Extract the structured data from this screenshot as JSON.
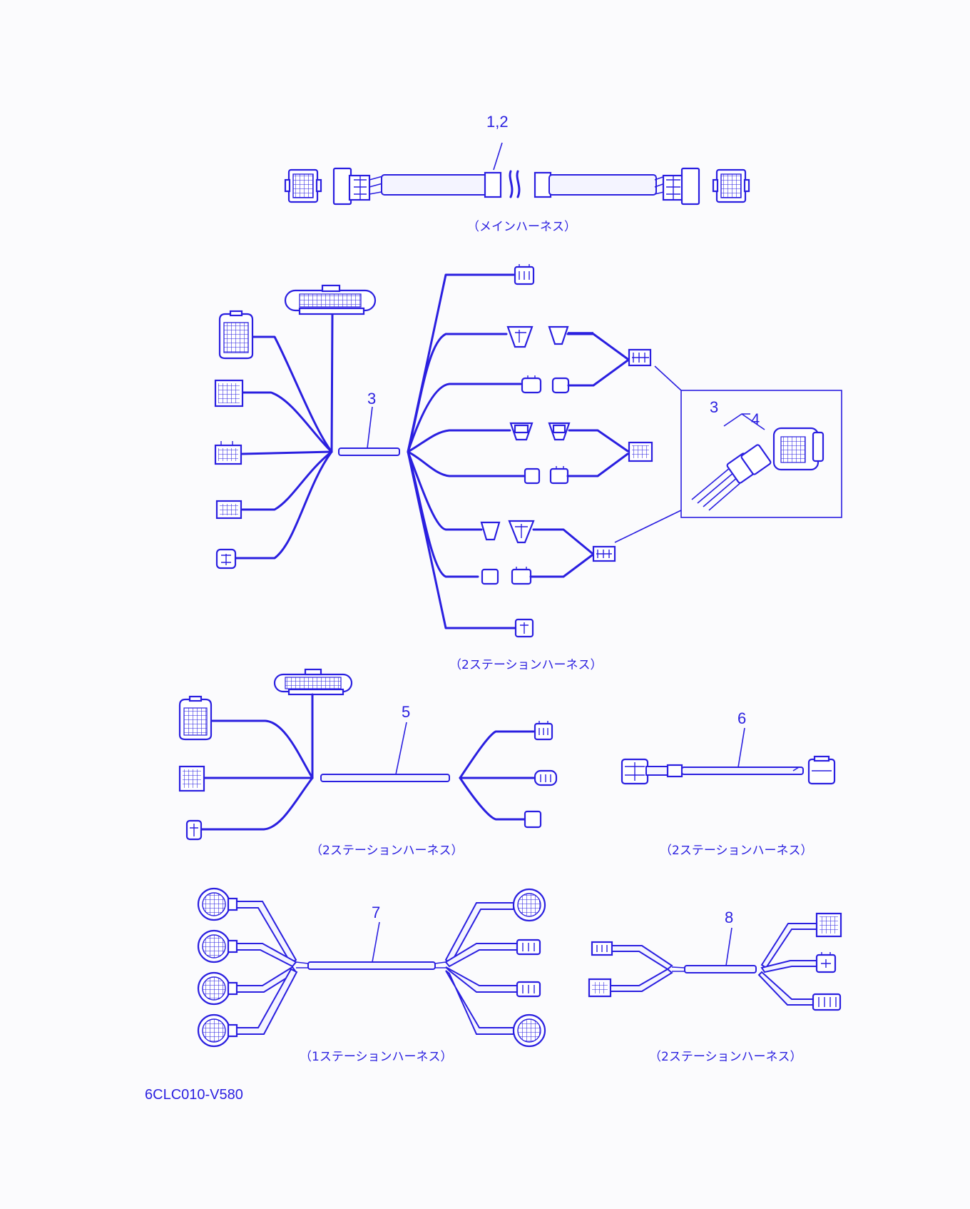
{
  "diagram": {
    "part_code": "6CLC010-V580",
    "accent_color": "#2a1fe0",
    "sections": [
      {
        "id": "main",
        "callout": "1,2",
        "caption": "（メインハーネス）"
      },
      {
        "id": "h3",
        "callout": "3",
        "caption": "（2ステーションハーネス）",
        "detail_callouts": [
          "3",
          "4"
        ]
      },
      {
        "id": "h5",
        "callout": "5",
        "caption": "（2ステーションハーネス）"
      },
      {
        "id": "h6",
        "callout": "6",
        "caption": "（2ステーションハーネス）"
      },
      {
        "id": "h7",
        "callout": "7",
        "caption": "（1ステーションハーネス）"
      },
      {
        "id": "h8",
        "callout": "8",
        "caption": "（2ステーションハーネス）"
      }
    ]
  }
}
